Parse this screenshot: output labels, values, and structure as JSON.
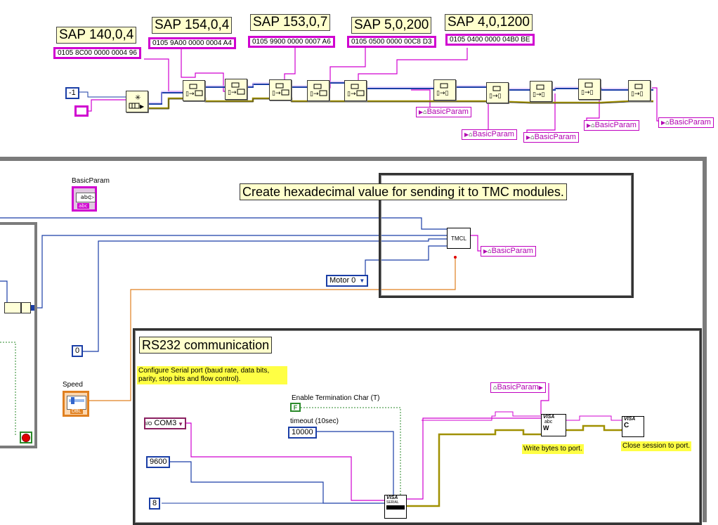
{
  "sap_labels": [
    "SAP 140,0,4",
    "SAP 154,0,4",
    "SAP 153,0,7",
    "SAP 5,0,200",
    "SAP 4,0,1200"
  ],
  "hex_values": [
    "0105 8C00 0000 0004 96",
    "0105 9A00 0000 0004 A4",
    "0105 9900 0000 0007 A6",
    "0105 0500 0000 00C8 D3",
    "0105 0400 0000 04B0 BE"
  ],
  "constants": {
    "minus_one": "-1",
    "zero": "0",
    "baud": "9600",
    "data_bits": "8",
    "timeout": "10000",
    "motor": "Motor 0",
    "com_port": "COM3",
    "false_const": "F"
  },
  "local_label": "BasicParam",
  "control_label": "BasicParam",
  "control_type": "abc",
  "comments": {
    "tmc": "Create hexadecimal value for sending it to TMC modules.",
    "rs232": "RS232 communication",
    "configure": "Configure Serial port (baud rate, data bits, parity, stop bits and flow control).",
    "write": "Write bytes to port.",
    "close": "Close session to port."
  },
  "labels": {
    "speed": "Speed",
    "enable_term": "Enable Termination Char (T)",
    "timeout": "timeout (10sec)",
    "tmcl": "TMCL",
    "visa": "VISA",
    "serial": "SERIAL",
    "dbl": "DBL",
    "io": "I/O",
    "write_w": "W",
    "close_c": "C"
  },
  "icons": {
    "array": "array-icon",
    "build": "build-array-icon",
    "home": "home-icon",
    "arrow": "arrow-icon",
    "stop": "stop-icon",
    "dropdown": "dropdown-icon"
  },
  "colors": {
    "string_wire": "#d000d0",
    "numeric_wire": "#1a3ea6",
    "error_wire": "#a09000",
    "orange_wire": "#e08020"
  }
}
